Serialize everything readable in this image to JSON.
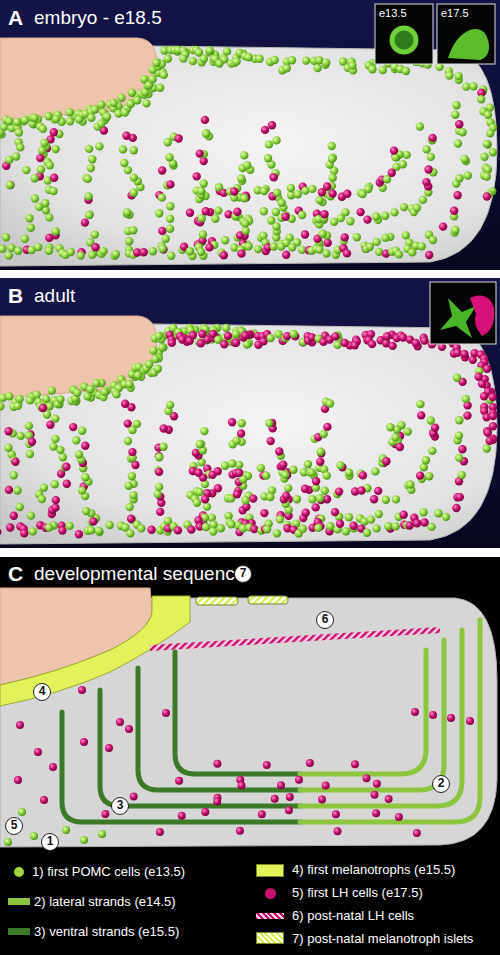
{
  "diagram": {
    "labels": [
      "A",
      "embryo - e18.5",
      "e13.5",
      "e17.5",
      "B",
      "adult",
      "C",
      "developmental sequence",
      "7",
      "6",
      "4",
      "2",
      "3",
      "5",
      "1"
    ],
    "legend": [
      {
        "text": "1) first POMC cells (e13.5)",
        "color": "#9fd63a"
      },
      {
        "text": "2) lateral strands (e14.5)",
        "color": "#8cc63f"
      },
      {
        "text": "3) ventral strands (e15.5)",
        "color": "#3d7a28"
      },
      {
        "text": "4) first melanotrophs (e15.5)",
        "color": "#e2f25a"
      },
      {
        "text": "5) first LH cells (e17.5)",
        "color": "#c8106e"
      },
      {
        "text": "6) post-natal LH cells"
      },
      {
        "text": "7) post-natal melanotroph islets"
      }
    ]
  }
}
